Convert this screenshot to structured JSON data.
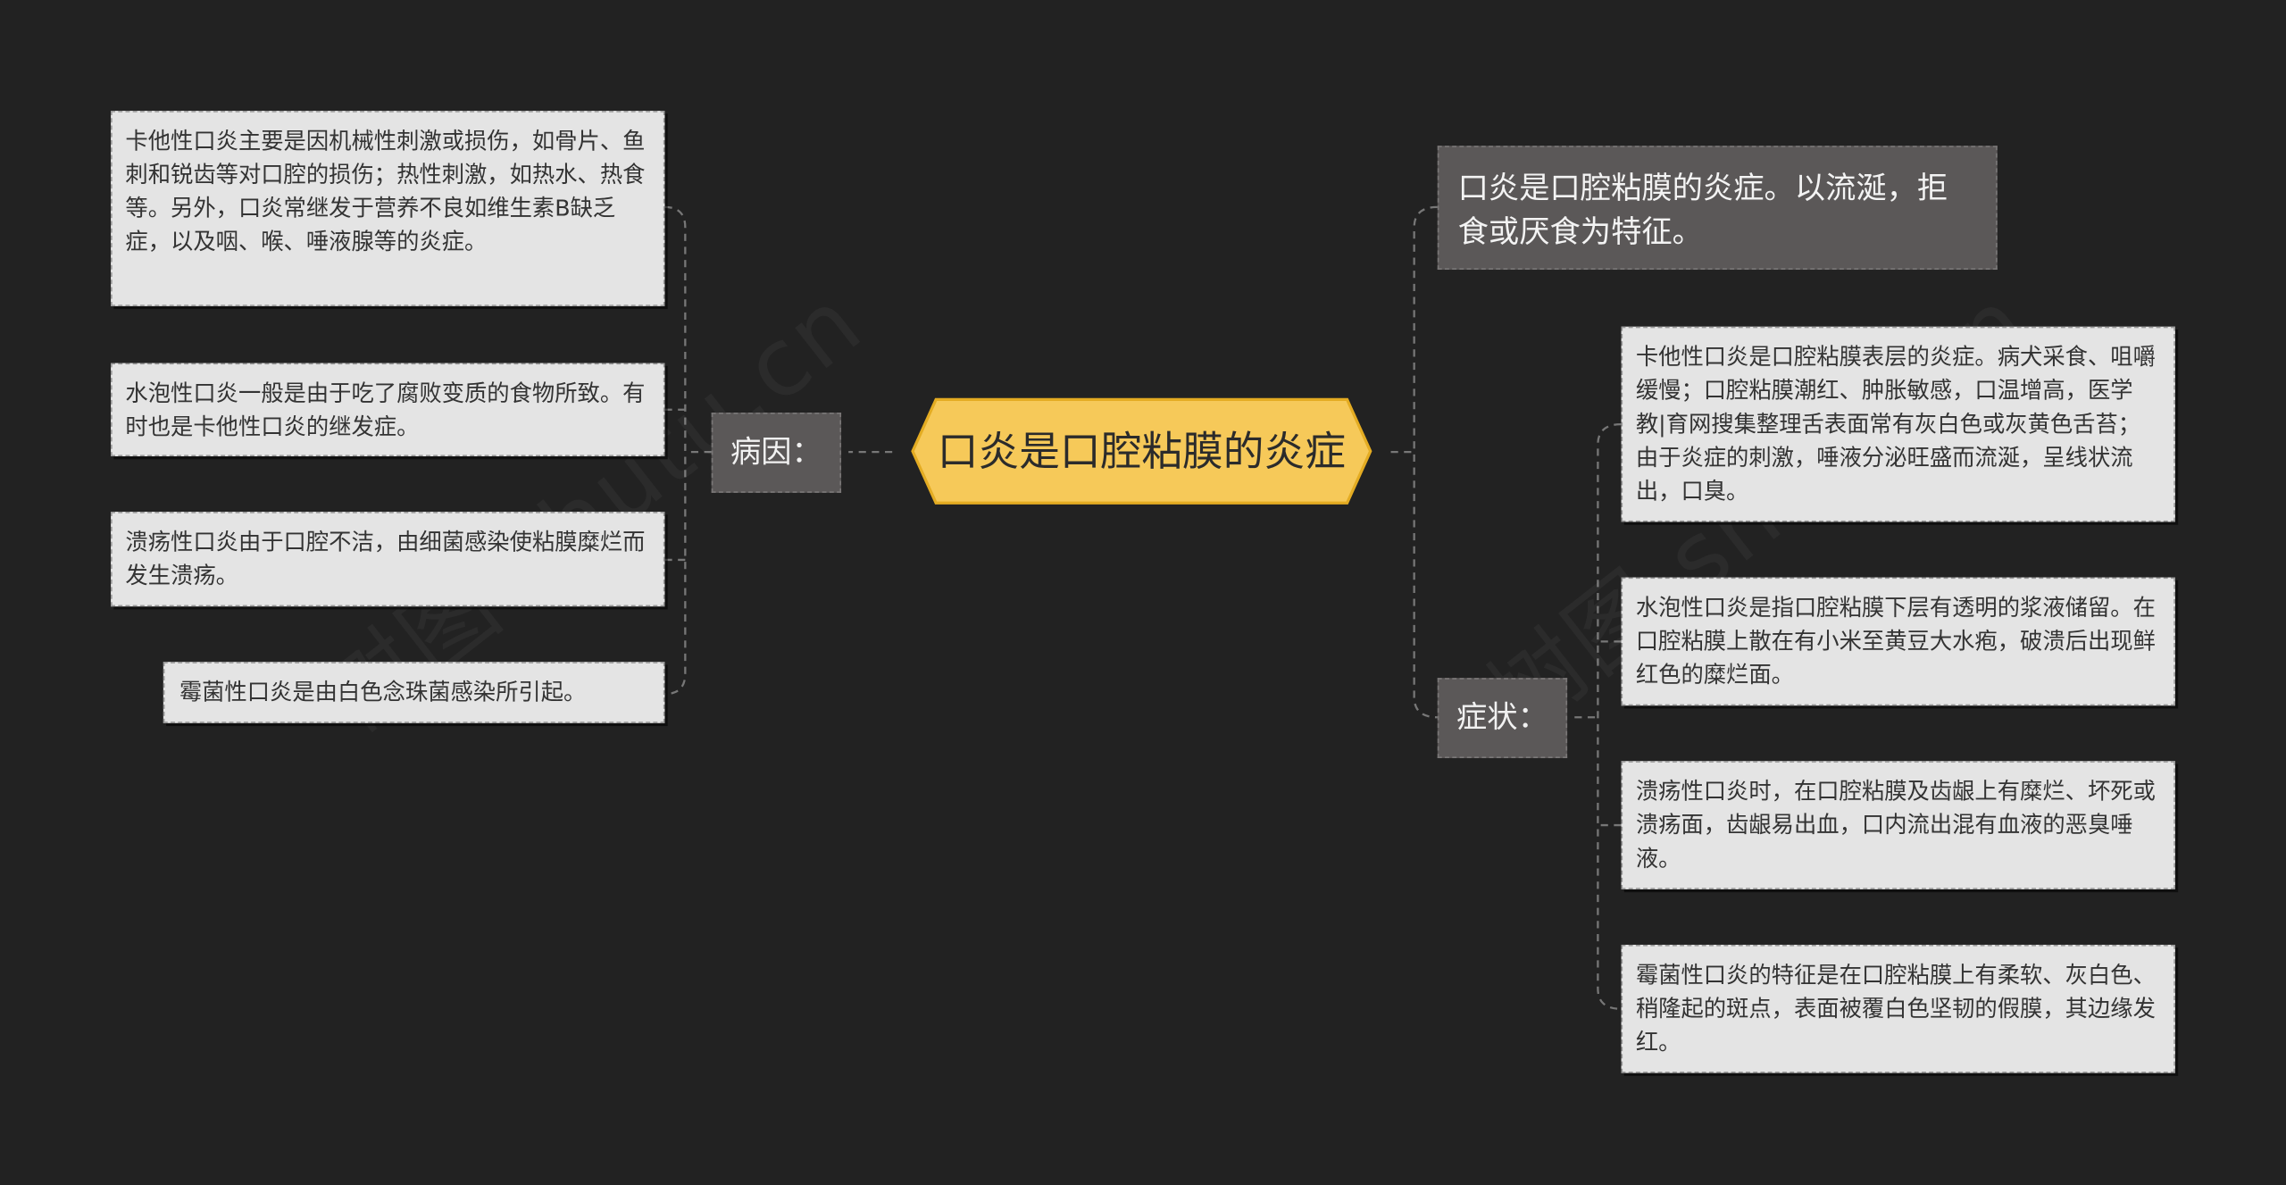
{
  "colors": {
    "background": "#222222",
    "root_fill": "#f6c959",
    "root_stroke": "#e4ac22",
    "mid_fill": "#5b5858",
    "leaf_fill": "#e4e4e4",
    "connector": "#777777"
  },
  "root": {
    "title": "口炎是口腔粘膜的炎症"
  },
  "cause": {
    "label": "病因：",
    "items": [
      "卡他性口炎主要是因机械性刺激或损伤，如骨片、鱼刺和锐齿等对口腔的损伤；热性刺激，如热水、热食等。另外，口炎常继发于营养不良如维生素B缺乏症，以及咽、喉、唾液腺等的炎症。",
      "水泡性口炎一般是由于吃了腐败变质的食物所致。有时也是卡他性口炎的继发症。",
      "溃疡性口炎由于口腔不洁，由细菌感染使粘膜糜烂而发生溃疡。",
      "霉菌性口炎是由白色念珠菌感染所引起。"
    ]
  },
  "definition": {
    "text": "口炎是口腔粘膜的炎症。以流涎，拒食或厌食为特征。"
  },
  "symptom": {
    "label": "症状：",
    "items": [
      "卡他性口炎是口腔粘膜表层的炎症。病犬采食、咀嚼缓慢；口腔粘膜潮红、肿胀敏感，口温增高，医学教|育网搜集整理舌表面常有灰白色或灰黄色舌苔；由于炎症的刺激，唾液分泌旺盛而流涎，呈线状流出，口臭。",
      "水泡性口炎是指口腔粘膜下层有透明的浆液储留。在口腔粘膜上散在有小米至黄豆大水疱，破溃后出现鲜红色的糜烂面。",
      "溃疡性口炎时，在口腔粘膜及齿龈上有糜烂、坏死或溃疡面，齿龈易出血，口内流出混有血液的恶臭唾液。",
      "霉菌性口炎的特征是在口腔粘膜上有柔软、灰白色、稍隆起的斑点，表面被覆白色坚韧的假膜，其边缘发红。"
    ]
  }
}
